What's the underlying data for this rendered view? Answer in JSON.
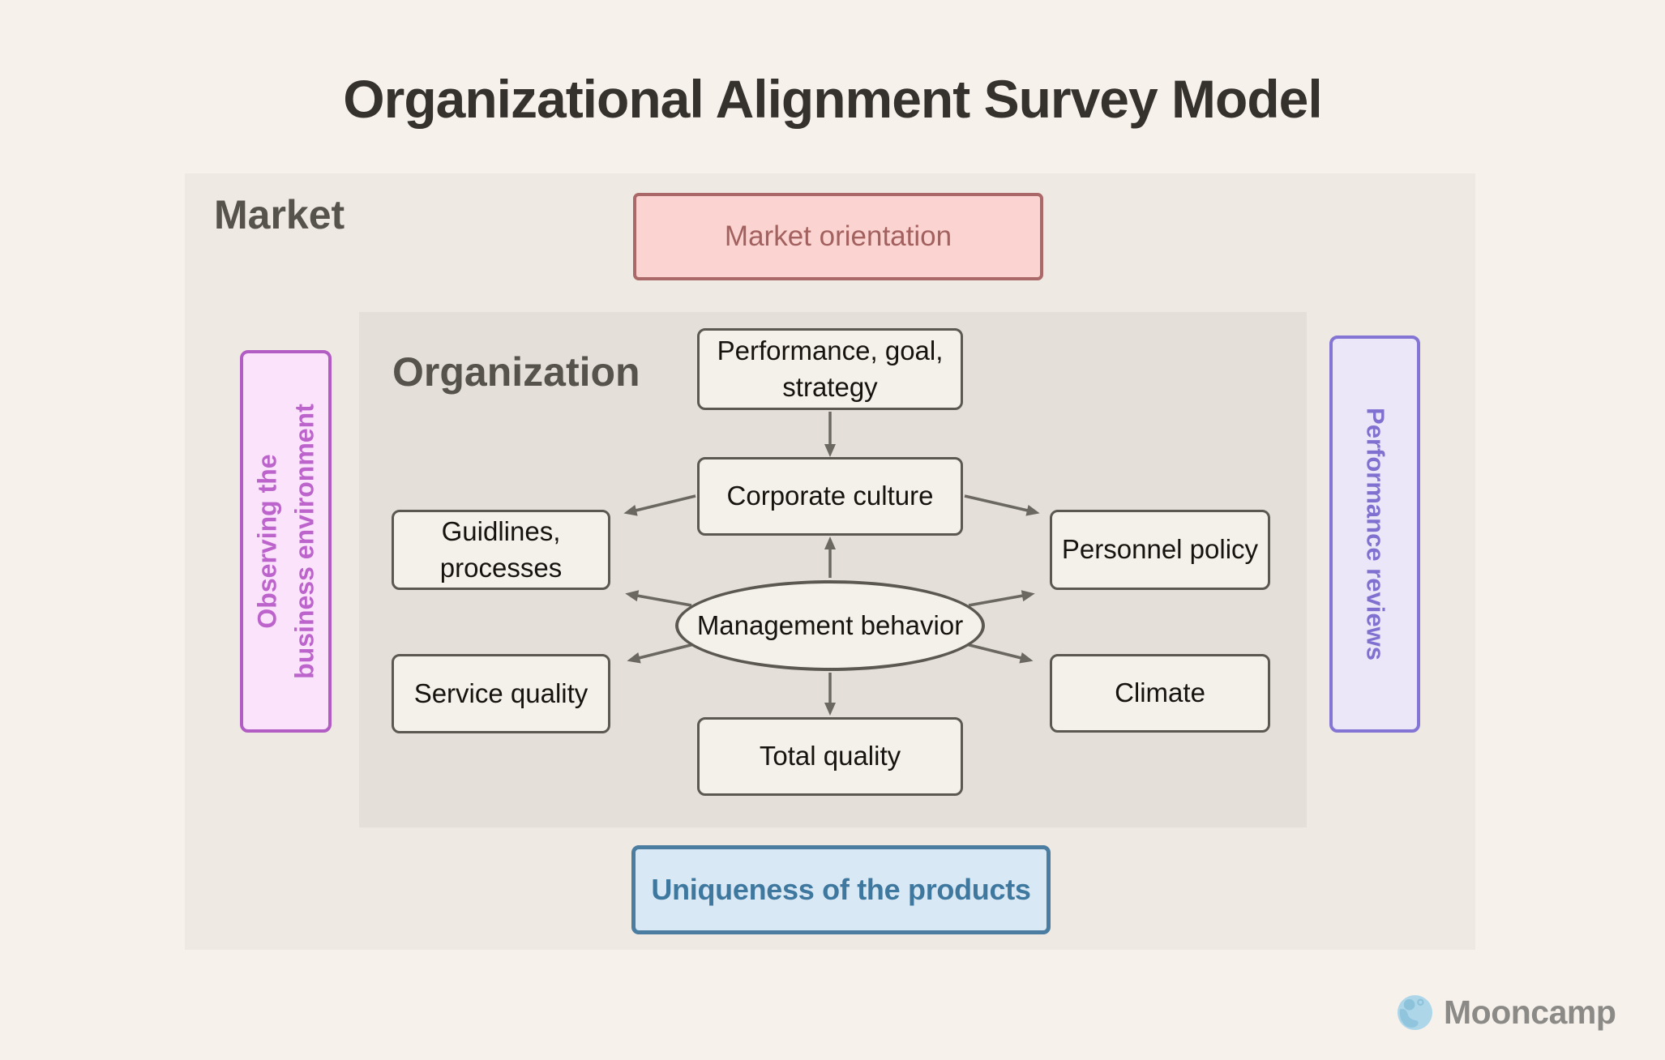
{
  "title": "Organizational Alignment Survey Model",
  "market": {
    "label": "Market",
    "orientation": "Market orientation",
    "uniqueness": "Uniqueness of the products"
  },
  "organization": {
    "label": "Organization",
    "nodes": {
      "performance_goal_strategy": "Performance, goal,\nstrategy",
      "corporate_culture": "Corporate culture",
      "guidlines_processes": "Guidlines,\nprocesses",
      "personnel_policy": "Personnel policy",
      "management_behavior": "Management behavior",
      "service_quality": "Service quality",
      "climate": "Climate",
      "total_quality": "Total quality"
    }
  },
  "side_panels": {
    "left": "Observing the\nbusiness environment",
    "right": "Performance reviews"
  },
  "edges": [
    {
      "from": "performance_goal_strategy",
      "to": "corporate_culture"
    },
    {
      "from": "management_behavior",
      "to": "corporate_culture"
    },
    {
      "from": "corporate_culture",
      "to": "guidlines_processes"
    },
    {
      "from": "corporate_culture",
      "to": "personnel_policy"
    },
    {
      "from": "management_behavior",
      "to": "guidlines_processes"
    },
    {
      "from": "management_behavior",
      "to": "personnel_policy"
    },
    {
      "from": "management_behavior",
      "to": "service_quality"
    },
    {
      "from": "management_behavior",
      "to": "climate"
    },
    {
      "from": "management_behavior",
      "to": "total_quality"
    }
  ],
  "footer": {
    "brand": "Mooncamp"
  },
  "colors": {
    "page-bg": "#f7f1ec",
    "market-bg": "#efe9e3",
    "org-bg": "#e4e0d9",
    "node-bg": "#f4f1eb",
    "node-border": "#5b5751",
    "node-text": "#16130f",
    "label-text": "#56524c",
    "title-text": "#35312c",
    "arrow": "#6b6761",
    "pink-bg": "#fbd3d0",
    "pink-border": "#ab6868",
    "pink-text": "#a2615f",
    "magenta-bg": "#fbe3fc",
    "magenta-border": "#b25dc3",
    "magenta-text": "#bc63cc",
    "violet-bg": "#ebe6f8",
    "violet-border": "#8474d4",
    "violet-text": "#8071d1",
    "blue-bg": "#d9e8f5",
    "blue-border": "#4b7da1",
    "blue-text": "#3f789f",
    "moon-base": "#aed6e9",
    "moon-crater": "#8cc2da",
    "brand-text": "#8b8a86"
  }
}
